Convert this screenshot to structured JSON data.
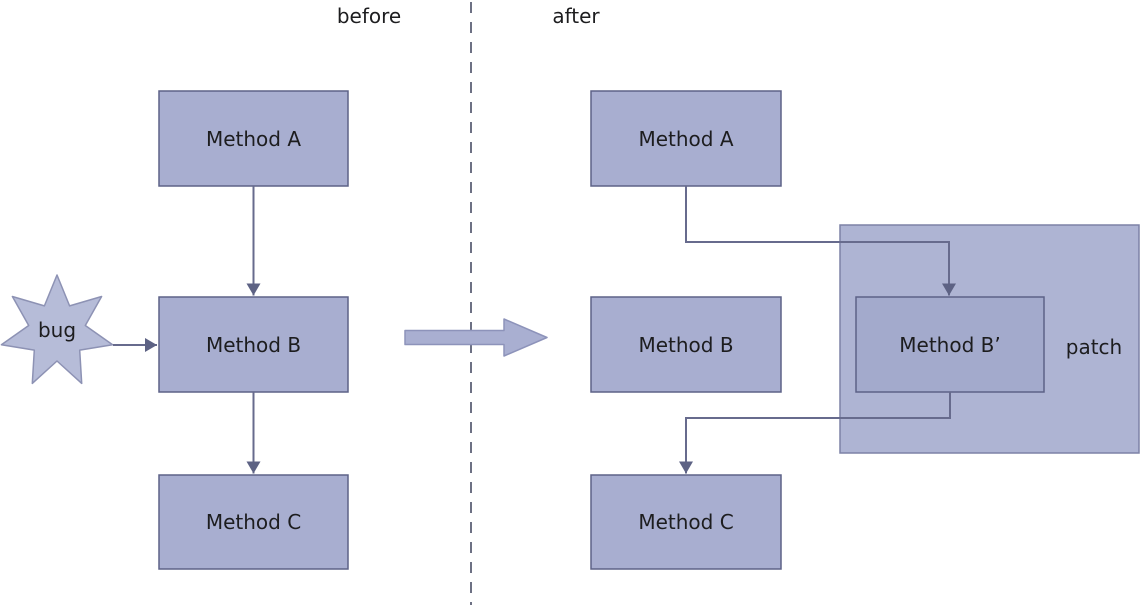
{
  "colors": {
    "background": "#ffffff",
    "box_fill": "#a8aed0",
    "box_border": "#5d6287",
    "patch_fill": "#aeb4d3",
    "patch_border": "#7d82a6",
    "patch_inner_fill": "#a3aacc",
    "star_fill": "#b6bcd8",
    "star_border": "#8d92b4",
    "block_arrow_fill": "#a9afd1",
    "block_arrow_border": "#8d93ba",
    "connector": "#676b8d",
    "arrowhead": "#5d6284",
    "divider": "#6d7184",
    "text": "#1d1d1f"
  },
  "sections": {
    "before": {
      "label": "before",
      "boxes": [
        {
          "label": "Method A"
        },
        {
          "label": "Method B"
        },
        {
          "label": "Method C"
        }
      ],
      "bug": {
        "label": "bug"
      },
      "edges": [
        "Method A -> Method B",
        "Method B -> Method C",
        "bug -> Method B"
      ]
    },
    "after": {
      "label": "after",
      "boxes": [
        {
          "label": "Method A"
        },
        {
          "label": "Method B"
        },
        {
          "label": "Method C"
        }
      ],
      "patch": {
        "label": "patch",
        "inner_box": {
          "label": "Method B’"
        }
      },
      "edges": [
        "Method A -> Method B’",
        "Method B’ -> Method C"
      ]
    }
  }
}
